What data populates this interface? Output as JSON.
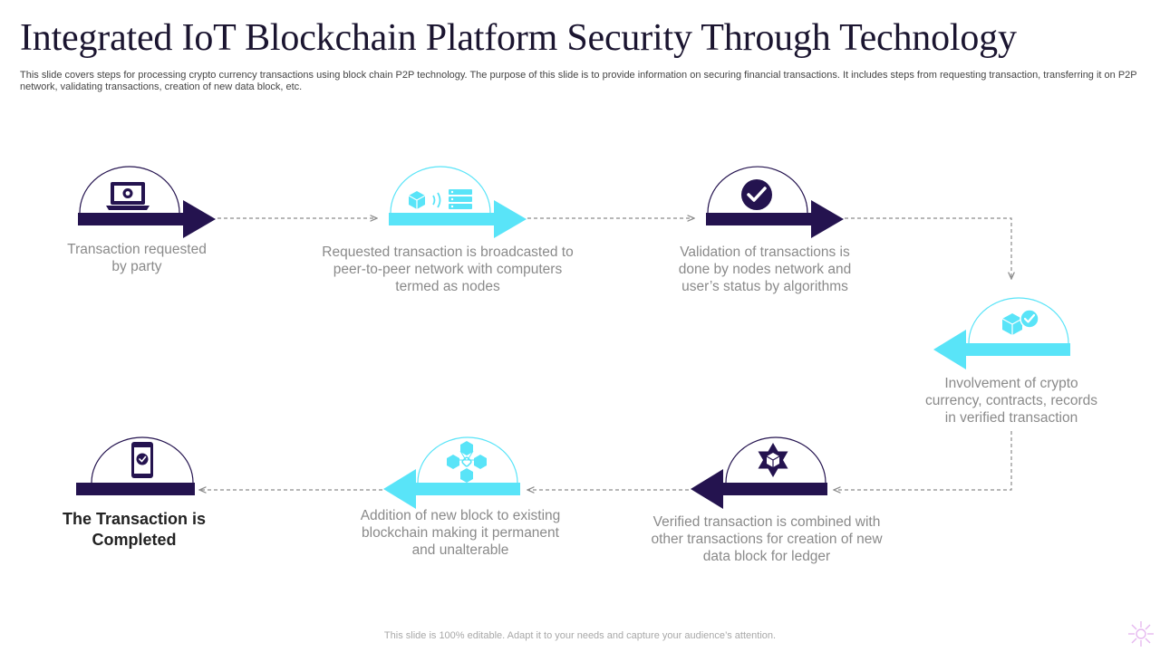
{
  "title": "Integrated IoT Blockchain Platform Security Through Technology",
  "subtitle": "This slide covers steps for processing crypto currency transactions using block chain P2P technology. The purpose of this slide is to provide information on securing financial transactions. It includes steps from requesting transaction, transferring it on P2P network, validating transactions, creation of new data block, etc.",
  "colors": {
    "dark": "#24134f",
    "cyan": "#59e4f8",
    "connector": "#8c8c8c"
  },
  "steps": [
    {
      "text": "Transaction requested by party",
      "icon": "laptop-icon",
      "color": "dark"
    },
    {
      "text": "Requested transaction is broadcasted to peer-to-peer network with computers termed as nodes",
      "icon": "network-nodes-icon",
      "color": "cyan"
    },
    {
      "text": "Validation of transactions is done by nodes network and user’s status by algorithms",
      "icon": "checkmark-icon",
      "color": "dark"
    },
    {
      "text": "Involvement  of crypto currency, contracts, records in verified transaction",
      "icon": "verified-blocks-icon",
      "color": "cyan"
    },
    {
      "text": "Verified transaction is combined with other transactions for creation of new data block for ledger",
      "icon": "star-cube-icon",
      "color": "dark"
    },
    {
      "text": "Addition of new block to existing blockchain making it permanent and unalterable",
      "icon": "blockchain-icon",
      "color": "cyan"
    },
    {
      "text": "The Transaction is Completed",
      "icon": "mobile-check-icon",
      "color": "dark"
    }
  ],
  "footer": "This slide is 100% editable. Adapt it to your needs and capture your audience’s attention."
}
